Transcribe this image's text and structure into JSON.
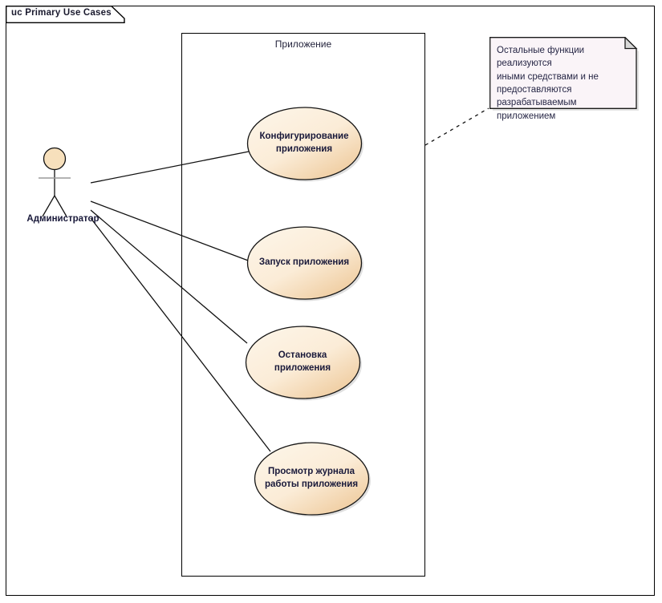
{
  "diagram": {
    "frame_label": "uc Primary Use Cases",
    "boundary_label": "Приложение"
  },
  "actor": {
    "name": "Администратор"
  },
  "use_cases": [
    {
      "id": "configure",
      "lines": [
        "Конфигурирование",
        "приложения"
      ]
    },
    {
      "id": "start",
      "lines": [
        "Запуск приложения"
      ]
    },
    {
      "id": "stop",
      "lines": [
        "Остановка",
        "приложения"
      ]
    },
    {
      "id": "viewlog",
      "lines": [
        "Просмотр журнала",
        "работы приложения"
      ]
    }
  ],
  "note": {
    "lines": [
      "Остальные функции реализуются",
      "иными средствами и не",
      "предоставляются",
      "разрабатываемым приложением"
    ]
  },
  "colors": {
    "usecase_fill_light": "#fdf3e4",
    "usecase_fill_dark": "#f0cfa1",
    "usecase_stroke": "#151515",
    "actor_fill": "#f7e0bc",
    "note_fill": "#faf4f8",
    "note_stroke": "#1a1a1a",
    "line": "#111111",
    "text": "#19193a"
  }
}
